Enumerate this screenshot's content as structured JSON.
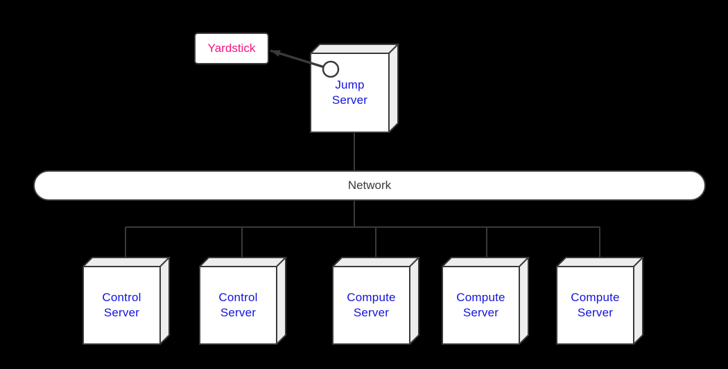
{
  "colors": {
    "background": "#000000",
    "line": "#3a3a3a",
    "node_fill": "#ffffff",
    "node_side_fill": "#ededed",
    "server_label_blue": "#1212dd",
    "yardstick_pink": "#f2127e",
    "network_text": "#3a3a3a"
  },
  "yardstick": {
    "label": "Yardstick"
  },
  "jump_server": {
    "line1": "Jump",
    "line2": "Server"
  },
  "network": {
    "label": "Network"
  },
  "servers": [
    {
      "line1": "Control",
      "line2": "Server"
    },
    {
      "line1": "Control",
      "line2": "Server"
    },
    {
      "line1": "Compute",
      "line2": "Server"
    },
    {
      "line1": "Compute",
      "line2": "Server"
    },
    {
      "line1": "Compute",
      "line2": "Server"
    }
  ]
}
